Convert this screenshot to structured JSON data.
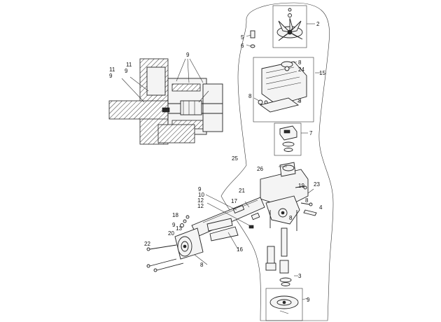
{
  "diagram": {
    "callouts": [
      {
        "id": "c2",
        "text": "2"
      },
      {
        "id": "c5",
        "text": "5"
      },
      {
        "id": "c6",
        "text": "6"
      },
      {
        "id": "c8a",
        "text": "8"
      },
      {
        "id": "c24",
        "text": "24"
      },
      {
        "id": "c15",
        "text": "15"
      },
      {
        "id": "c8b",
        "text": "8"
      },
      {
        "id": "c8c",
        "text": "8"
      },
      {
        "id": "c7",
        "text": "7"
      },
      {
        "id": "c25",
        "text": "25"
      },
      {
        "id": "c26",
        "text": "26"
      },
      {
        "id": "c19",
        "text": "19"
      },
      {
        "id": "c23",
        "text": "23"
      },
      {
        "id": "c8d",
        "text": "8"
      },
      {
        "id": "c4",
        "text": "4"
      },
      {
        "id": "c8e",
        "text": "8"
      },
      {
        "id": "c9a",
        "text": "9"
      },
      {
        "id": "c10",
        "text": "10"
      },
      {
        "id": "c12a",
        "text": "12"
      },
      {
        "id": "c12b",
        "text": "12"
      },
      {
        "id": "c21",
        "text": "21"
      },
      {
        "id": "c17",
        "text": "17"
      },
      {
        "id": "c18",
        "text": "18"
      },
      {
        "id": "c9b",
        "text": "9"
      },
      {
        "id": "c13",
        "text": "13"
      },
      {
        "id": "c20",
        "text": "20"
      },
      {
        "id": "c22",
        "text": "22"
      },
      {
        "id": "c16",
        "text": "16"
      },
      {
        "id": "c8f",
        "text": "8"
      },
      {
        "id": "c3",
        "text": "3"
      },
      {
        "id": "d9a",
        "text": "9"
      },
      {
        "id": "d11a",
        "text": "11"
      },
      {
        "id": "d9b",
        "text": "9"
      },
      {
        "id": "d11b",
        "text": "11"
      },
      {
        "id": "d9c",
        "text": "9"
      },
      {
        "id": "d9d",
        "text": "9"
      }
    ]
  }
}
